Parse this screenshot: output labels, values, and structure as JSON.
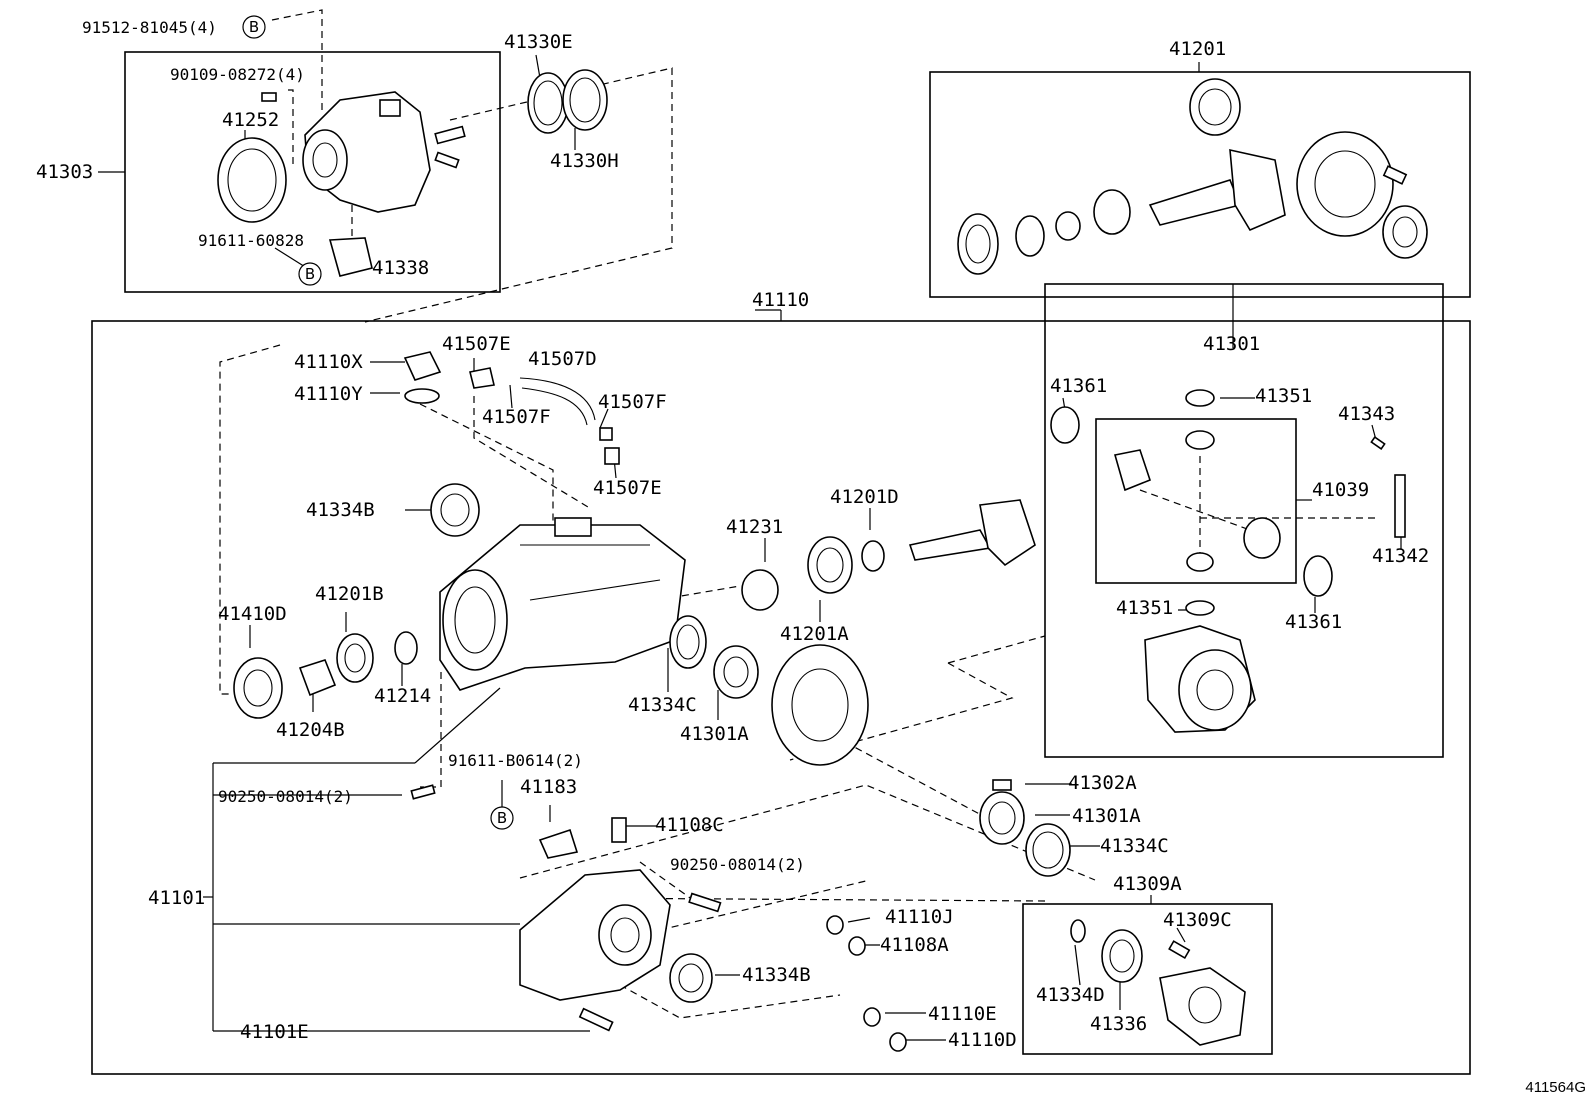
{
  "diagram_code": "411564G",
  "ref_letter": "B",
  "labels": {
    "p91512": "91512-81045(4)",
    "p90109": "90109-08272(4)",
    "p41330E": "41330E",
    "p41252": "41252",
    "p41303": "41303",
    "p41330H": "41330H",
    "p91611_60828": "91611-60828",
    "p41338": "41338",
    "p41201": "41201",
    "p41110": "41110",
    "p41110X": "41110X",
    "p41110Y": "41110Y",
    "p41507E_top": "41507E",
    "p41507D": "41507D",
    "p41507F_l": "41507F",
    "p41507F_r": "41507F",
    "p41507E_bot": "41507E",
    "p41301": "41301",
    "p41361_top": "41361",
    "p41351_top": "41351",
    "p41343": "41343",
    "p41039": "41039",
    "p41342": "41342",
    "p41361_bot": "41361",
    "p41351_bot": "41351",
    "p41334B_top": "41334B",
    "p41201D": "41201D",
    "p41231": "41231",
    "p41201B": "41201B",
    "p41410D": "41410D",
    "p41201A": "41201A",
    "p41214": "41214",
    "p41334C_l": "41334C",
    "p41204B": "41204B",
    "p41301A_l": "41301A",
    "p91611_B0614": "91611-B0614(2)",
    "p41183": "41183",
    "p90250_a": "90250-08014(2)",
    "p41302A": "41302A",
    "p41108C": "41108C",
    "p41301A_r": "41301A",
    "p41334C_r": "41334C",
    "p90250_b": "90250-08014(2)",
    "p41309A": "41309A",
    "p41101": "41101",
    "p41110J": "41110J",
    "p41309C": "41309C",
    "p41108A": "41108A",
    "p41334B_bot": "41334B",
    "p41334D": "41334D",
    "p41336": "41336",
    "p41110E": "41110E",
    "p41101E": "41101E",
    "p41110D": "41110D"
  }
}
